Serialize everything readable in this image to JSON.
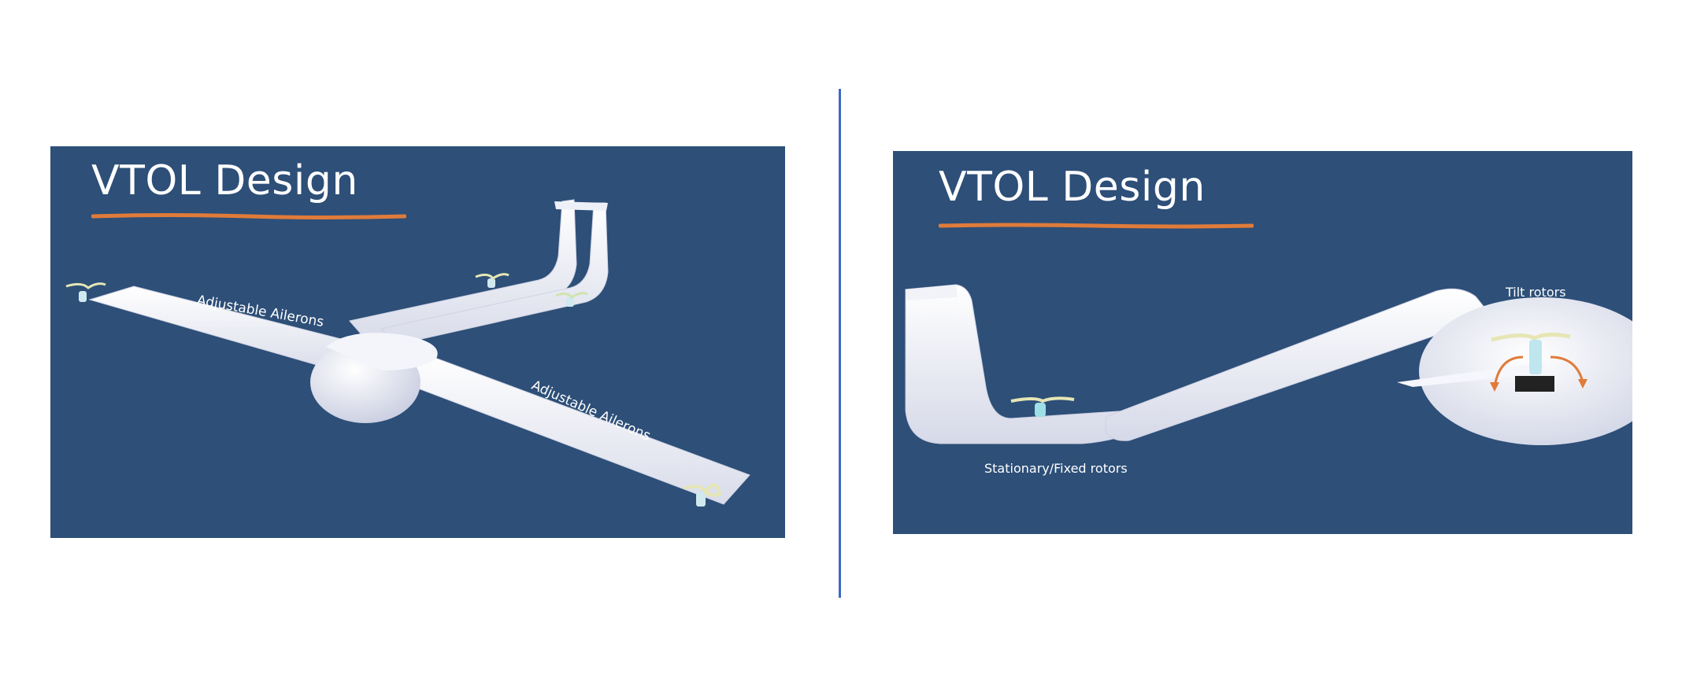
{
  "slides": [
    {
      "title": "VTOL Design",
      "labels": [
        "Adjustable Ailerons",
        "Adjustable Ailerons"
      ]
    },
    {
      "title": "VTOL Design",
      "labels": [
        "Tilt rotors",
        "Stationary/Fixed rotors"
      ]
    }
  ],
  "colors": {
    "slide_background": "#2d4f78",
    "title_underline": "#e07b39",
    "divider": "#3e67c7",
    "airframe": "#f2f3fa",
    "rotor_arrow": "#e07b39"
  }
}
